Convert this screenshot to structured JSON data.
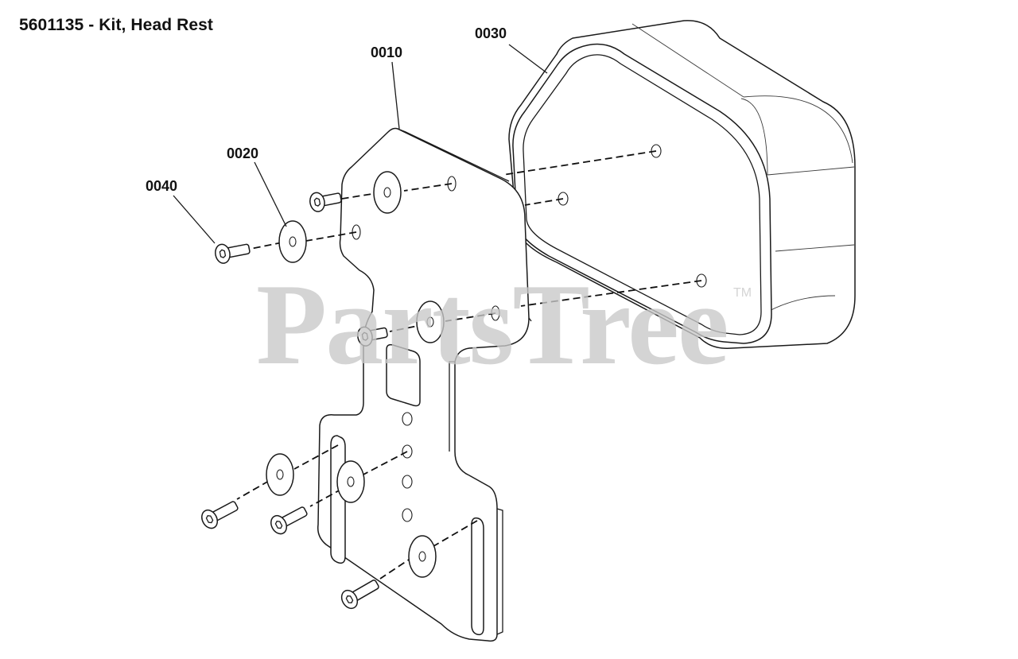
{
  "title": "5601135 - Kit, Head Rest",
  "watermark": {
    "text": "PartsTree",
    "trademark": "TM"
  },
  "callouts": [
    {
      "label": "0010",
      "part": "bracket"
    },
    {
      "label": "0020",
      "part": "washer"
    },
    {
      "label": "0030",
      "part": "head-rest-cushion"
    },
    {
      "label": "0040",
      "part": "screw"
    }
  ]
}
